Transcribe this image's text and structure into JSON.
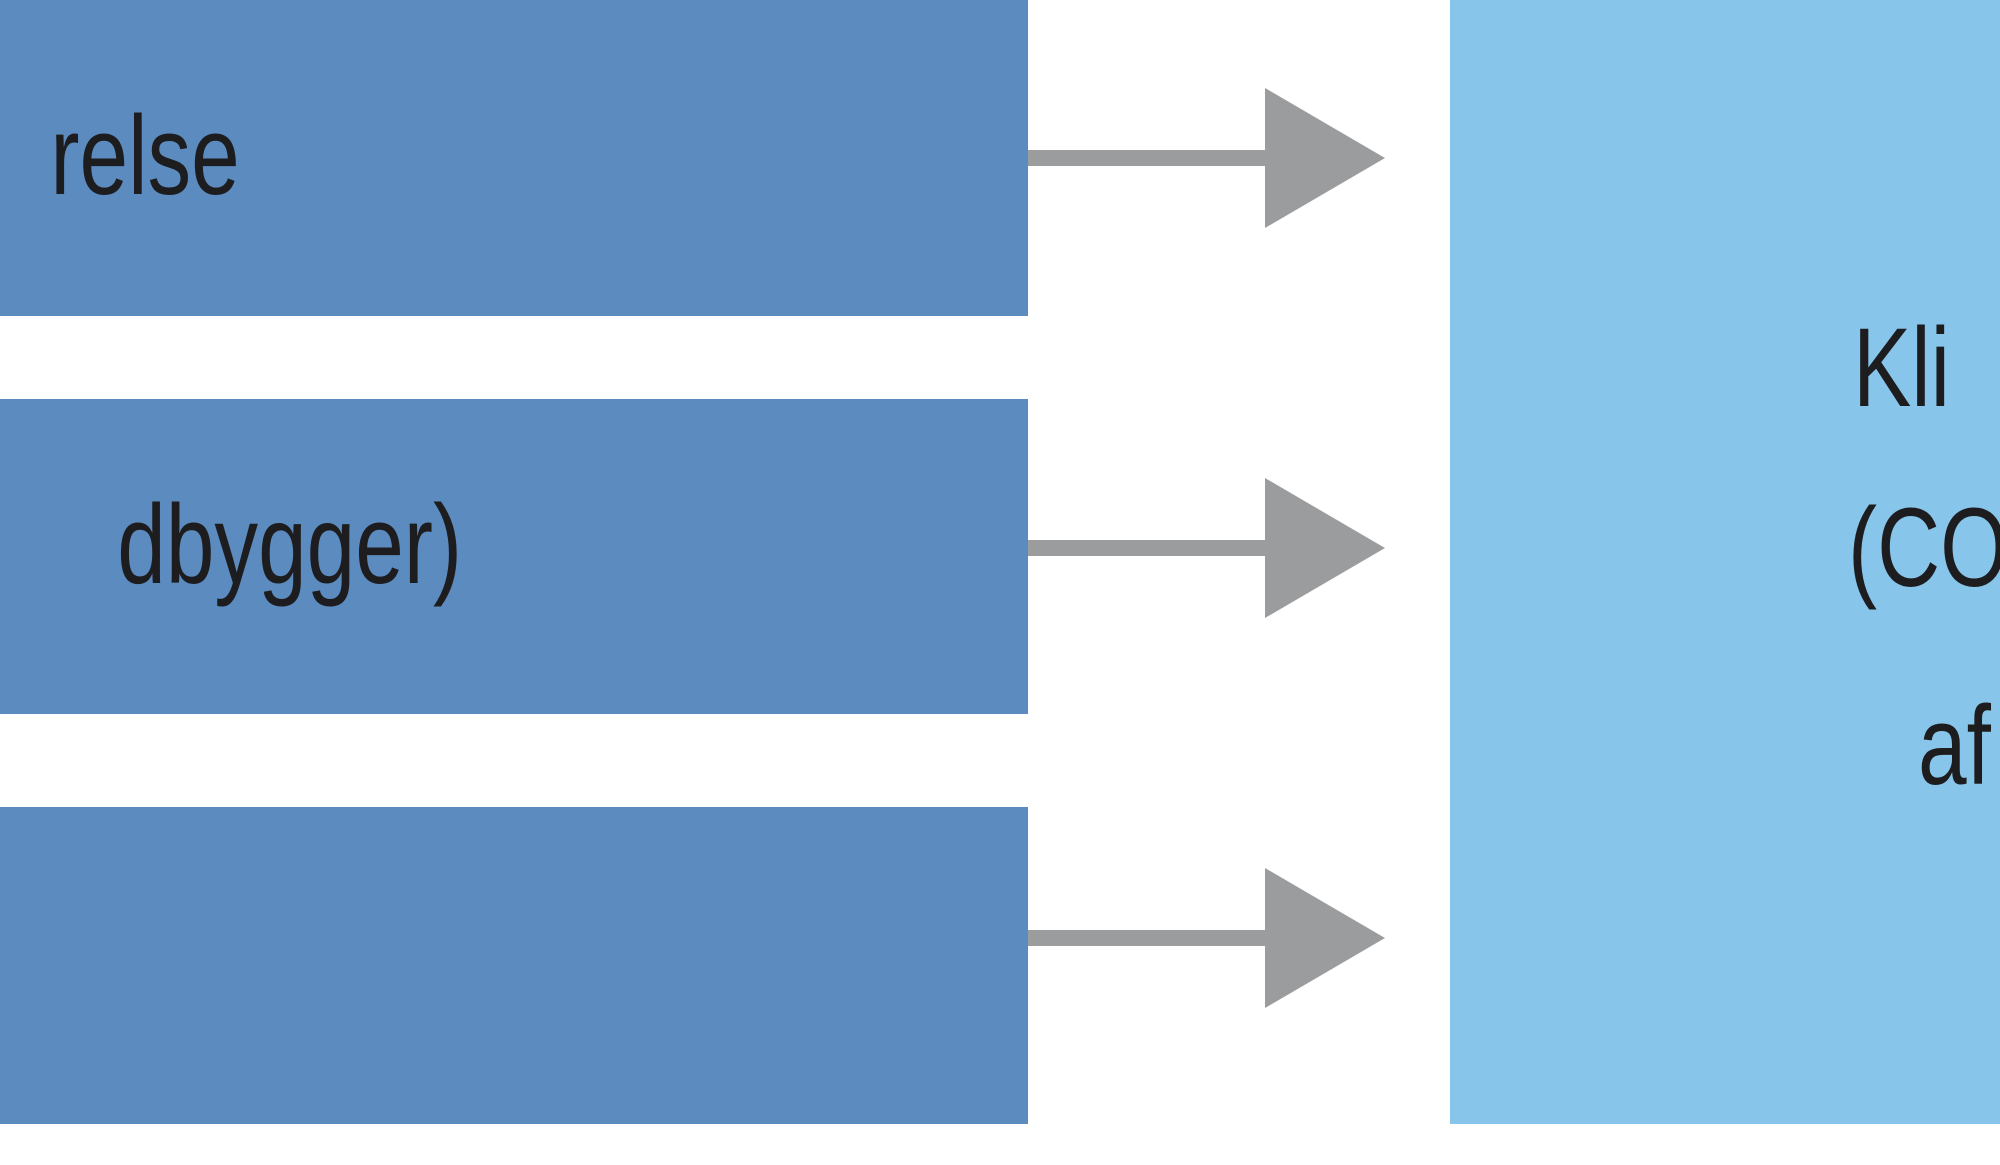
{
  "colors": {
    "source_box": "#5b8bbf",
    "target_box": "#88c5ea",
    "arrow": "#9a9c9e",
    "text": "#1d1d1f"
  },
  "sources": [
    {
      "label": "relse"
    },
    {
      "label": "dbygger)"
    },
    {
      "label": ""
    }
  ],
  "target": {
    "lines": [
      "Kli",
      "(CO",
      "af"
    ]
  }
}
